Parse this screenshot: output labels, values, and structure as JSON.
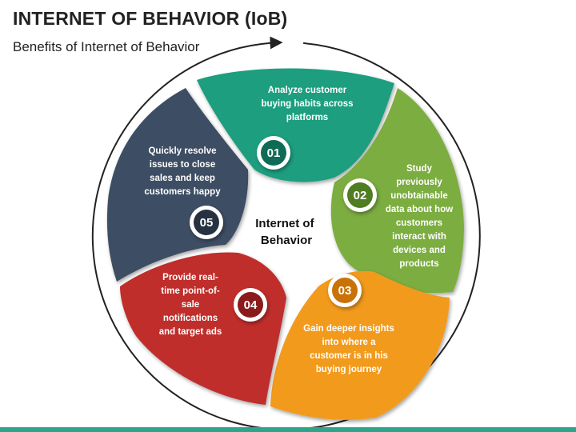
{
  "header": {
    "title": "INTERNET OF BEHAVIOR (IoB)",
    "subtitle": "Benefits of Internet of Behavior"
  },
  "center": {
    "lines": [
      "Internet of",
      "Behavior"
    ]
  },
  "segments": [
    {
      "number": "01",
      "color": "#1e9e7f",
      "badge_color": "#0f6b56",
      "lines": [
        "Analyze customer",
        "buying habits across",
        "platforms"
      ]
    },
    {
      "number": "02",
      "color": "#7cad3f",
      "badge_color": "#4f7d22",
      "lines": [
        "Study",
        "previously",
        "unobtainable",
        "data about how",
        "customers",
        "interact with",
        "devices and",
        "products"
      ]
    },
    {
      "number": "03",
      "color": "#f29a1f",
      "badge_color": "#c97208",
      "lines": [
        "Gain deeper insights",
        "into where a",
        "customer is in his",
        "buying journey"
      ]
    },
    {
      "number": "04",
      "color": "#bf2d2b",
      "badge_color": "#8a1b1a",
      "lines": [
        "Provide real-",
        "time point-of-",
        "sale",
        "notifications",
        "and target ads"
      ]
    },
    {
      "number": "05",
      "color": "#3e4e64",
      "badge_color": "#263241",
      "lines": [
        "Quickly resolve",
        "issues to close",
        "sales and keep",
        "customers happy"
      ]
    }
  ],
  "colors": {
    "ring": "#222222",
    "accent_bar": "#2ea58a"
  },
  "icons": {
    "arrow": "clockwise-arrow-icon"
  }
}
